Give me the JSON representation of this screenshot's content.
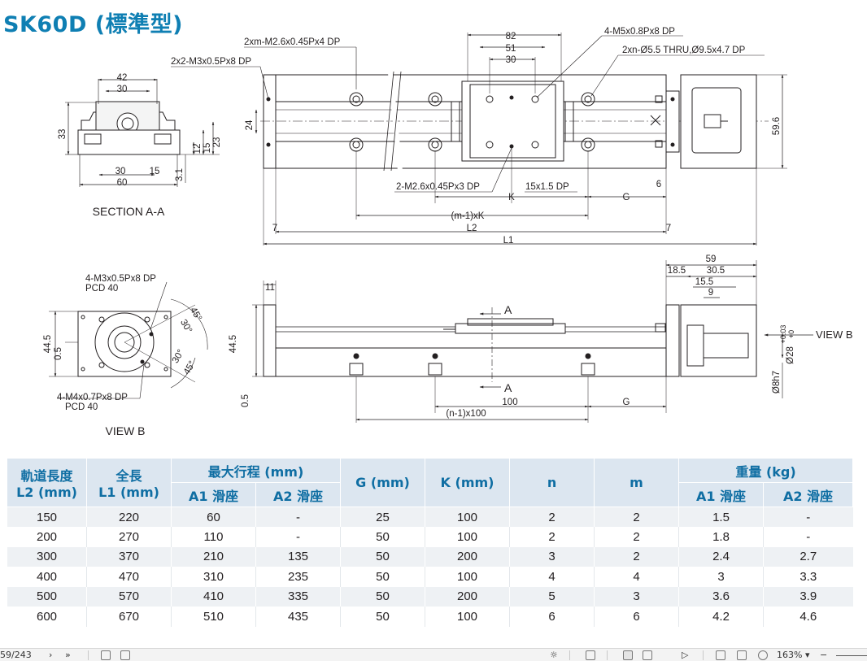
{
  "title": "SK60D (標準型)",
  "colors": {
    "title": "#0f7fb3",
    "header_bg": "#dce6f0",
    "header_text": "#0f6ea3",
    "stripe": "#eef1f4"
  },
  "drawing": {
    "section_caption": "SECTION A-A",
    "view_caption": "VIEW B",
    "view_b_arrow": "VIEW B",
    "section_marks": [
      "A",
      "A"
    ],
    "dims": {
      "s_42": "42",
      "s_30_top": "30",
      "s_33": "33",
      "s_23": "23",
      "s_15": "15",
      "s_12": "12",
      "s_30_bot": "30",
      "s_15_bot": "15",
      "s_60": "60",
      "s_3_1": "3.1",
      "t_82": "82",
      "t_51": "51",
      "t_30": "30",
      "t_24": "24",
      "t_59_6": "59.6",
      "t_6": "6",
      "t_K": "K",
      "t_G": "G",
      "t_m1K": "(m-1)xK",
      "t_L2": "L2",
      "t_L1": "L1",
      "t_7a": "7",
      "t_7b": "7",
      "t_15x1_5": "15x1.5 DP",
      "v_44_5": "44.5",
      "v_0_5": "0.5",
      "v_30": "30°",
      "v_45a": "45°",
      "v_45b": "45°",
      "v_30b": "30°",
      "f_11": "11",
      "f_44_5": "44.5",
      "f_0_5": "0.5",
      "f_100": "100",
      "f_G": "G",
      "f_n1x100": "(n-1)x100",
      "r_59": "59",
      "r_18_5": "18.5",
      "r_30_5": "30.5",
      "r_15_5": "15.5",
      "r_9": "9",
      "r_d28": "Ø28",
      "r_tol_hi": "+0.03",
      "r_tol_lo": "+0",
      "r_d8h7": "Ø8h7"
    },
    "callouts": {
      "xm": "2xm-M2.6x0.45Px4 DP",
      "x2": "2x2-M3x0.5Px8 DP",
      "m5": "4-M5x0.8Px8 DP",
      "xn": "2xn-Ø5.5 THRU,Ø9.5x4.7 DP",
      "m26": "2-M2.6x0.45Px3 DP",
      "m3_line1": "4-M3x0.5Px8 DP",
      "m3_line2": "PCD 40",
      "m4_line1": "4-M4x0.7Px8 DP",
      "m4_line2": "PCD 40"
    }
  },
  "table": {
    "headers": {
      "rail_l2": [
        "軌道長度",
        "L2 (mm)"
      ],
      "total_l1": [
        "全長",
        "L1 (mm)"
      ],
      "max_stroke": "最大行程 (mm)",
      "stroke_a1": "A1 滑座",
      "stroke_a2": "A2 滑座",
      "g": "G (mm)",
      "k": "K (mm)",
      "n": "n",
      "m": "m",
      "weight": "重量 (kg)",
      "weight_a1": "A1 滑座",
      "weight_a2": "A2 滑座"
    },
    "rows": [
      [
        "150",
        "220",
        "60",
        "-",
        "25",
        "100",
        "2",
        "2",
        "1.5",
        "-"
      ],
      [
        "200",
        "270",
        "110",
        "-",
        "50",
        "100",
        "2",
        "2",
        "1.8",
        "-"
      ],
      [
        "300",
        "370",
        "210",
        "135",
        "50",
        "200",
        "3",
        "2",
        "2.4",
        "2.7"
      ],
      [
        "400",
        "470",
        "310",
        "235",
        "50",
        "100",
        "4",
        "4",
        "3",
        "3.3"
      ],
      [
        "500",
        "570",
        "410",
        "335",
        "50",
        "200",
        "5",
        "3",
        "3.6",
        "3.9"
      ],
      [
        "600",
        "670",
        "510",
        "435",
        "50",
        "100",
        "6",
        "6",
        "4.2",
        "4.6"
      ]
    ]
  },
  "statusbar": {
    "page_indicator": "59/243",
    "zoom": "163%",
    "icons": [
      "next-page-icon",
      "last-page-icon",
      "fit-width-icon",
      "fit-page-icon",
      "brightness-icon",
      "scroll-mode-icon",
      "single-page-icon",
      "two-page-icon",
      "play-icon",
      "page-view-icon",
      "rotate-icon",
      "comment-icon",
      "zoom-out-icon"
    ]
  }
}
